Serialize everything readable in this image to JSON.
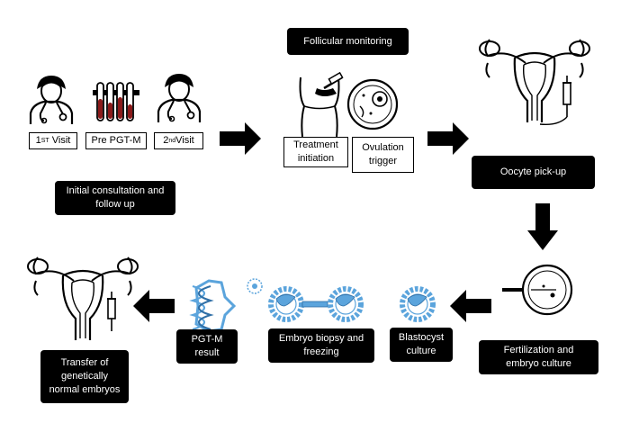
{
  "boxes": {
    "visit1_label": "1",
    "visit1_sup": "ST",
    "visit1_suffix": " Visit",
    "pre_pgtm": "Pre PGT-M",
    "visit2_label": "2",
    "visit2_sup": "nd",
    "visit2_suffix": "Visit",
    "initial_consultation": "Initial consultation and\nfollow up",
    "follicular_monitoring": "Follicular monitoring",
    "treatment_initiation": "Treatment\ninitiation",
    "ovulation_trigger": "Ovulation\ntrigger",
    "oocyte_pickup": "Oocyte pick-up",
    "fertilization": "Fertilization and\nembryo culture",
    "blastocyst": "Blastocyst\nculture",
    "biopsy": "Embryo biopsy and\nfreezing",
    "pgtm_result": "PGT-M\nresult",
    "transfer": "Transfer of\ngenetically\nnormal embryos"
  },
  "colors": {
    "dark_box": "#000000",
    "light_box": "#ffffff",
    "accent_blue": "#5ba4dc",
    "line": "#000000"
  },
  "icons": [
    "doctor-icon",
    "test-tubes-icon",
    "body-injection-icon",
    "ovulation-cell-icon",
    "uterus-icon",
    "oocyte-microinjection-icon",
    "blastocyst-icon",
    "embryo-biopsy-icon",
    "dna-gear-icon",
    "flow-arrow-icon"
  ]
}
